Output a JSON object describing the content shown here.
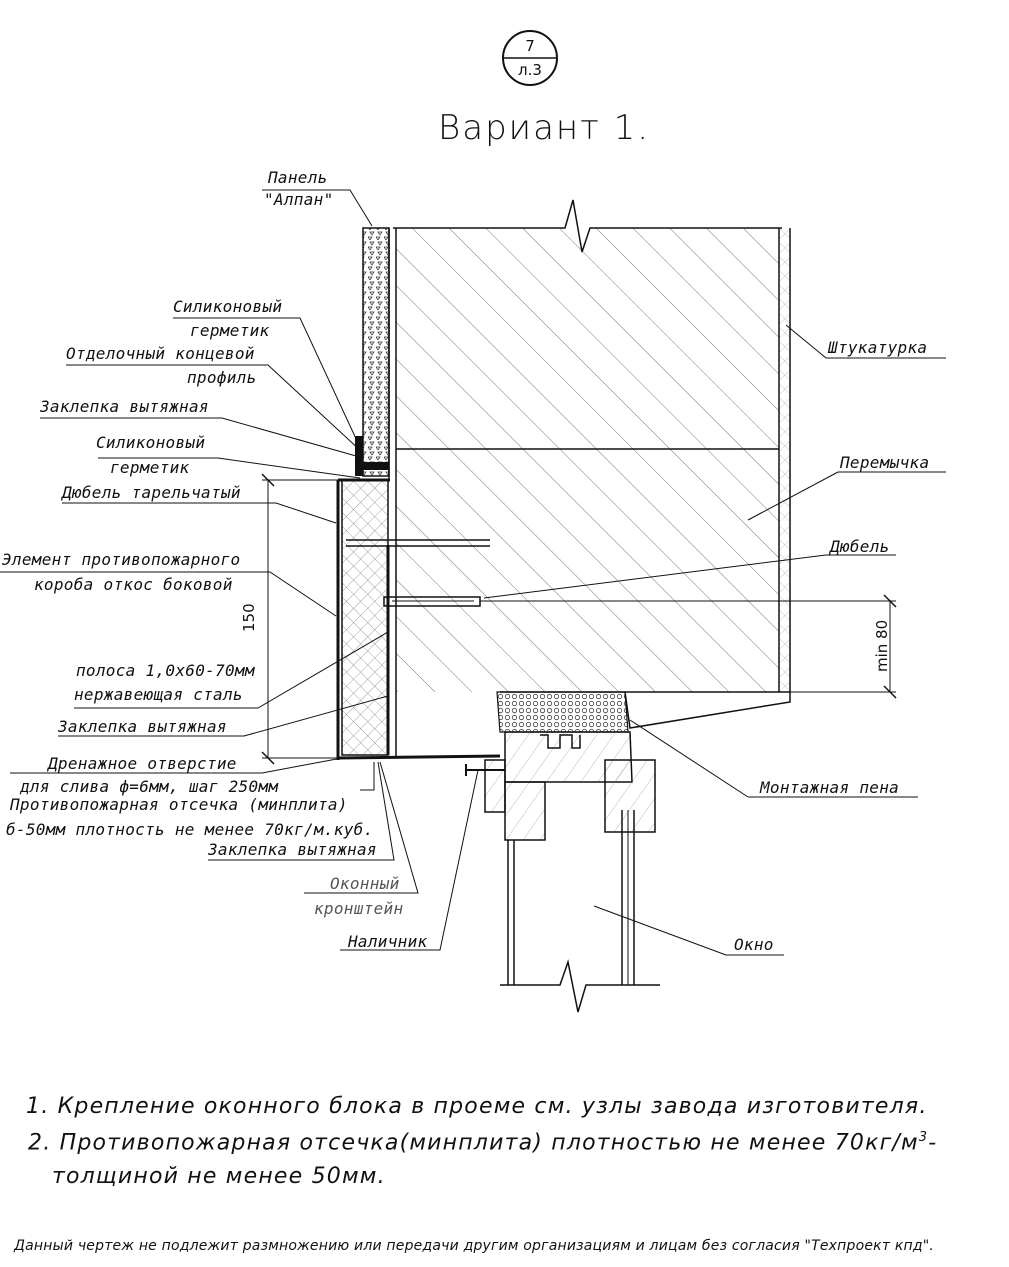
{
  "sheet": {
    "number": "7",
    "sheet_ref": "л.3"
  },
  "title": "Вариант 1.",
  "labels": {
    "panel_line1": "Панель",
    "panel_line2": "\"Алпан\"",
    "silicone1_line1": "Силиконовый",
    "silicone1_line2": "герметик",
    "finish_profile_line1": "Отделочный концевой",
    "finish_profile_line2": "профиль",
    "rivet1": "Заклепка вытяжная",
    "silicone2_line1": "Силиконовый",
    "silicone2_line2": "герметик",
    "plate_dowel": "Дюбель тарельчатый",
    "fire_box_line1": "Элемент противопожарного",
    "fire_box_line2": "короба откос боковой",
    "strip_line1": "полоса 1,0х60-70мм",
    "strip_line2": "нержавеющая сталь",
    "rivet2": "Заклепка вытяжная",
    "drain_line1": "Дренажное отверстие",
    "drain_line2": "для слива ф=6мм, шаг 250мм",
    "fire_cut_line1": "Противопожарная отсечка (минплита)",
    "fire_cut_line2": "б-50мм плотность не менее 70кг/м.куб.",
    "rivet3": "Заклепка вытяжная",
    "window_bracket_line1": "Оконный",
    "window_bracket_line2": "кронштейн",
    "casing": "Наличник",
    "plaster": "Штукатурка",
    "lintel": "Перемычка",
    "dowel": "Дюбель",
    "foam": "Монтажная пена",
    "window": "Окно",
    "dim_150": "150",
    "dim_min80": "min 80"
  },
  "notes": [
    "1. Крепление оконного блока в проеме см. узлы завода изготовителя.",
    "2. Противопожарная отсечка(минплита) плотностью не менее 70кг/м",
    "толщиной не менее 50мм."
  ],
  "note2_sup": "3",
  "note2_tail": "-",
  "footer": "Данный чертеж не подлежит размножению или передачи другим организациям и лицам без согласия \"Техпроект кпд\"."
}
